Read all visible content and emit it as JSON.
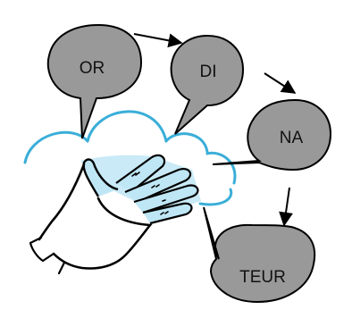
{
  "bubbles": {
    "or": {
      "label": "OR"
    },
    "di": {
      "label": "DI"
    },
    "na": {
      "label": "NA"
    },
    "teur": {
      "label": "TEUR"
    }
  },
  "colors": {
    "bubble_fill": "#999999",
    "bubble_stroke": "#000000",
    "finger_outline": "#3aaed8",
    "hand_tint": "#bfe6f5",
    "ink": "#000000"
  },
  "icons": [
    "hand-icon",
    "arrow-icon"
  ]
}
